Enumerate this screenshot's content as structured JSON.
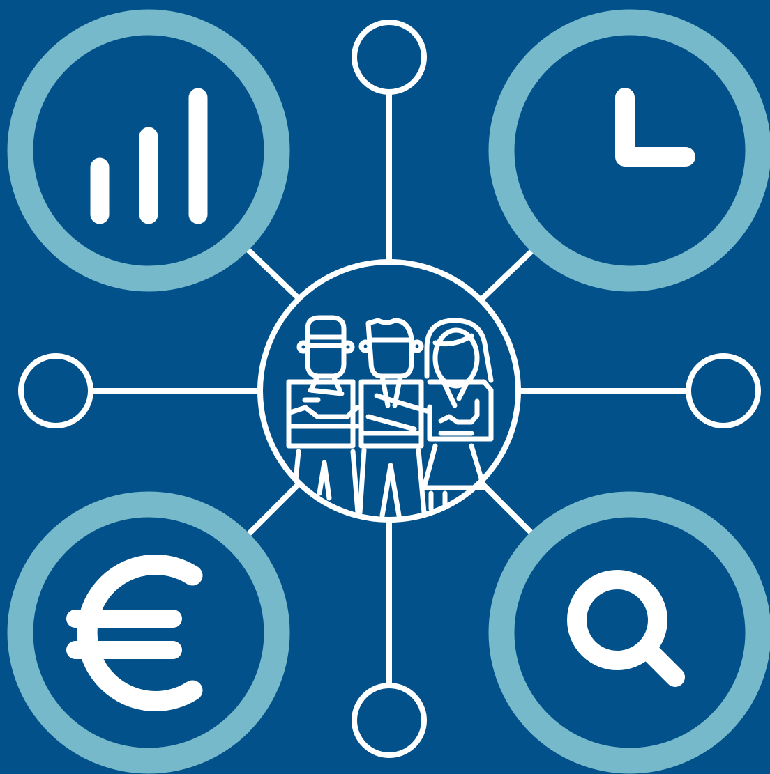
{
  "colors": {
    "background": "#02518a",
    "ring_accent": "#75b9cb",
    "line": "#ffffff"
  },
  "hub": {
    "icon": "team-people-icon"
  },
  "feature_circles": [
    {
      "icon": "bar-chart-icon"
    },
    {
      "icon": "clock-icon"
    },
    {
      "icon": "euro-icon"
    },
    {
      "icon": "search-icon"
    }
  ],
  "small_nodes": [
    {
      "position": "top"
    },
    {
      "position": "left"
    },
    {
      "position": "right"
    },
    {
      "position": "bottom"
    }
  ]
}
